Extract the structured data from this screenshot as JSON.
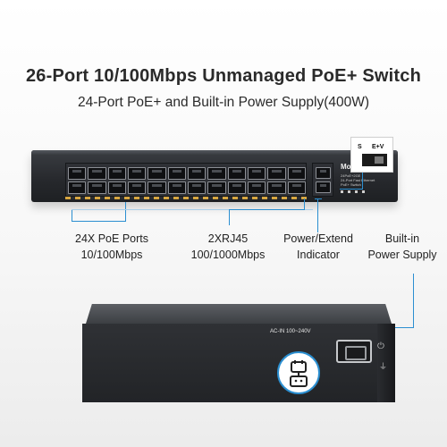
{
  "heading": {
    "title": "26-Port 10/100Mbps Unmanaged PoE+ Switch",
    "subtitle": "24-Port  PoE+ and Built-in Power Supply(400W)"
  },
  "front_panel": {
    "brand": "Mokerlink",
    "model_lines": [
      "24PoE+2GE",
      "24-Port Fast Ethernet",
      "PoE+ Switch"
    ],
    "switch_labels": {
      "s": "S",
      "ev": "E+V"
    }
  },
  "callouts": {
    "poe_ports": {
      "line1": "24X PoE Ports",
      "line2": "10/100Mbps"
    },
    "rj45": {
      "line1": "2XRJ45",
      "line2": "100/1000Mbps"
    },
    "indicator": {
      "line1": "Power/Extend",
      "line2": "Indicator"
    },
    "power_supply": {
      "line1": "Built-in",
      "line2": "Power Supply"
    }
  },
  "back_panel": {
    "ac_label": "AC-IN 100~240V"
  },
  "colors": {
    "accent": "#2b8fd1",
    "chassis": "#26282c",
    "led": "#d7a640"
  },
  "icons": [
    "power-plug-icon",
    "power-symbol-icon",
    "ground-icon"
  ]
}
